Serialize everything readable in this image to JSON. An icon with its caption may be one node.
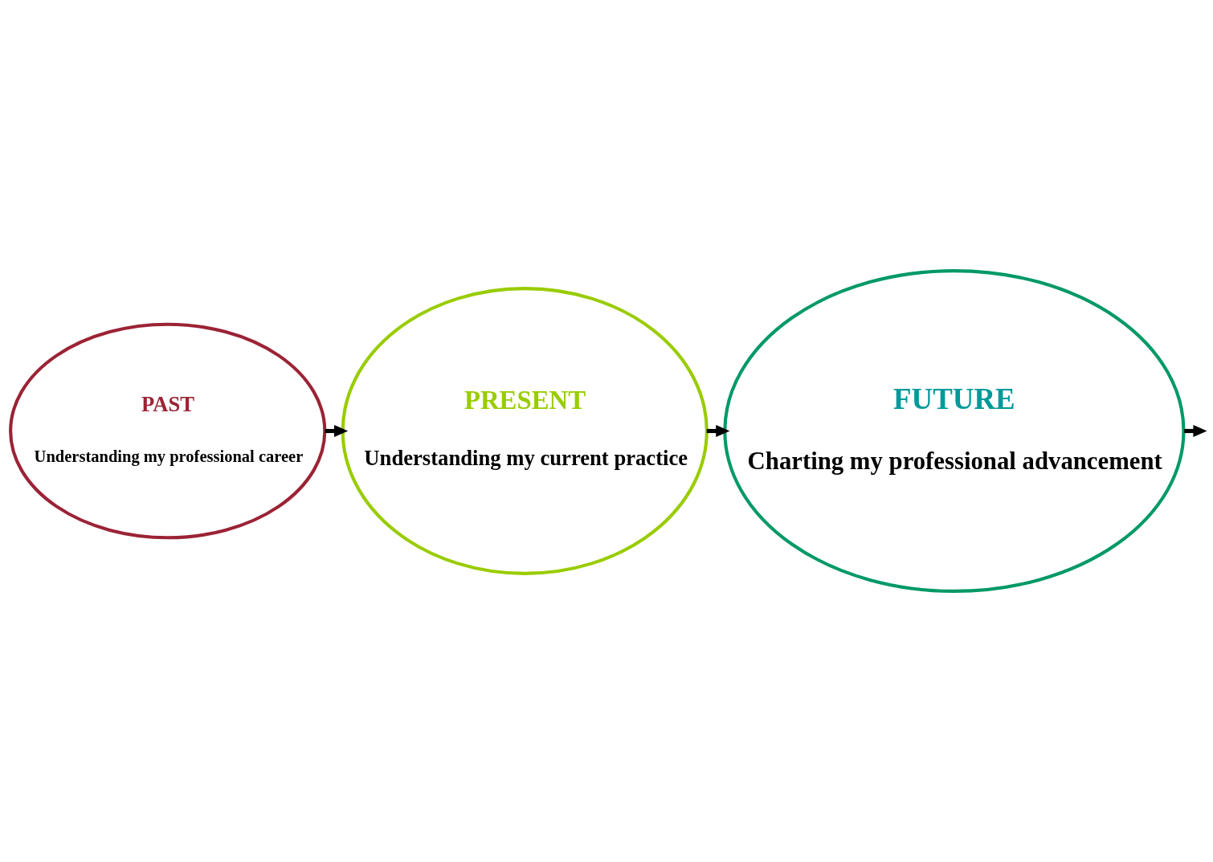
{
  "diagram": {
    "nodes": [
      {
        "text": [
          "PAST",
          "Understanding my professional career"
        ]
      },
      {
        "text": [
          "PRESENT",
          "Understanding my current practice"
        ]
      },
      {
        "text": [
          "FUTURE",
          "Charting my professional advancement"
        ]
      }
    ],
    "edges": [
      {
        "from": 0,
        "to": 1,
        "arrow": "to"
      },
      {
        "from": 1,
        "to": 2,
        "arrow": "to"
      },
      {
        "from": 2,
        "to": null,
        "arrow": "to"
      }
    ]
  }
}
